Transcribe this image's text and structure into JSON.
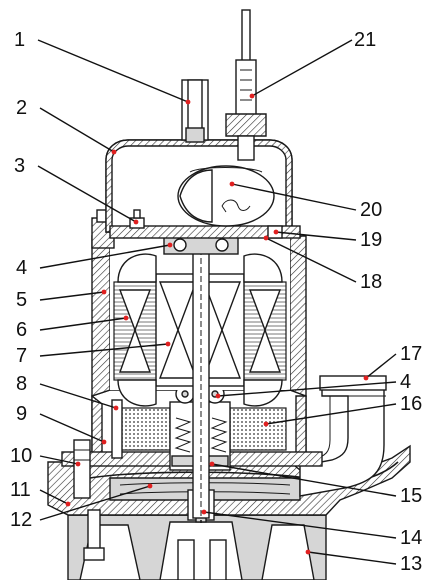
{
  "callouts": [
    {
      "id": "c1",
      "text": "1"
    },
    {
      "id": "c2",
      "text": "2"
    },
    {
      "id": "c3",
      "text": "3"
    },
    {
      "id": "c4a",
      "text": "4"
    },
    {
      "id": "c5",
      "text": "5"
    },
    {
      "id": "c6",
      "text": "6"
    },
    {
      "id": "c7",
      "text": "7"
    },
    {
      "id": "c8",
      "text": "8"
    },
    {
      "id": "c9",
      "text": "9"
    },
    {
      "id": "c10",
      "text": "10"
    },
    {
      "id": "c11",
      "text": "11"
    },
    {
      "id": "c12",
      "text": "12"
    },
    {
      "id": "c21",
      "text": "21"
    },
    {
      "id": "c20",
      "text": "20"
    },
    {
      "id": "c19",
      "text": "19"
    },
    {
      "id": "c18",
      "text": "18"
    },
    {
      "id": "c17",
      "text": "17"
    },
    {
      "id": "c4b",
      "text": "4"
    },
    {
      "id": "c16",
      "text": "16"
    },
    {
      "id": "c15",
      "text": "15"
    },
    {
      "id": "c14",
      "text": "14"
    },
    {
      "id": "c13",
      "text": "13"
    }
  ],
  "colors": {
    "line": "#1a1a1a",
    "marker": "#e02020",
    "fill_grey": "#d6d6d6"
  }
}
